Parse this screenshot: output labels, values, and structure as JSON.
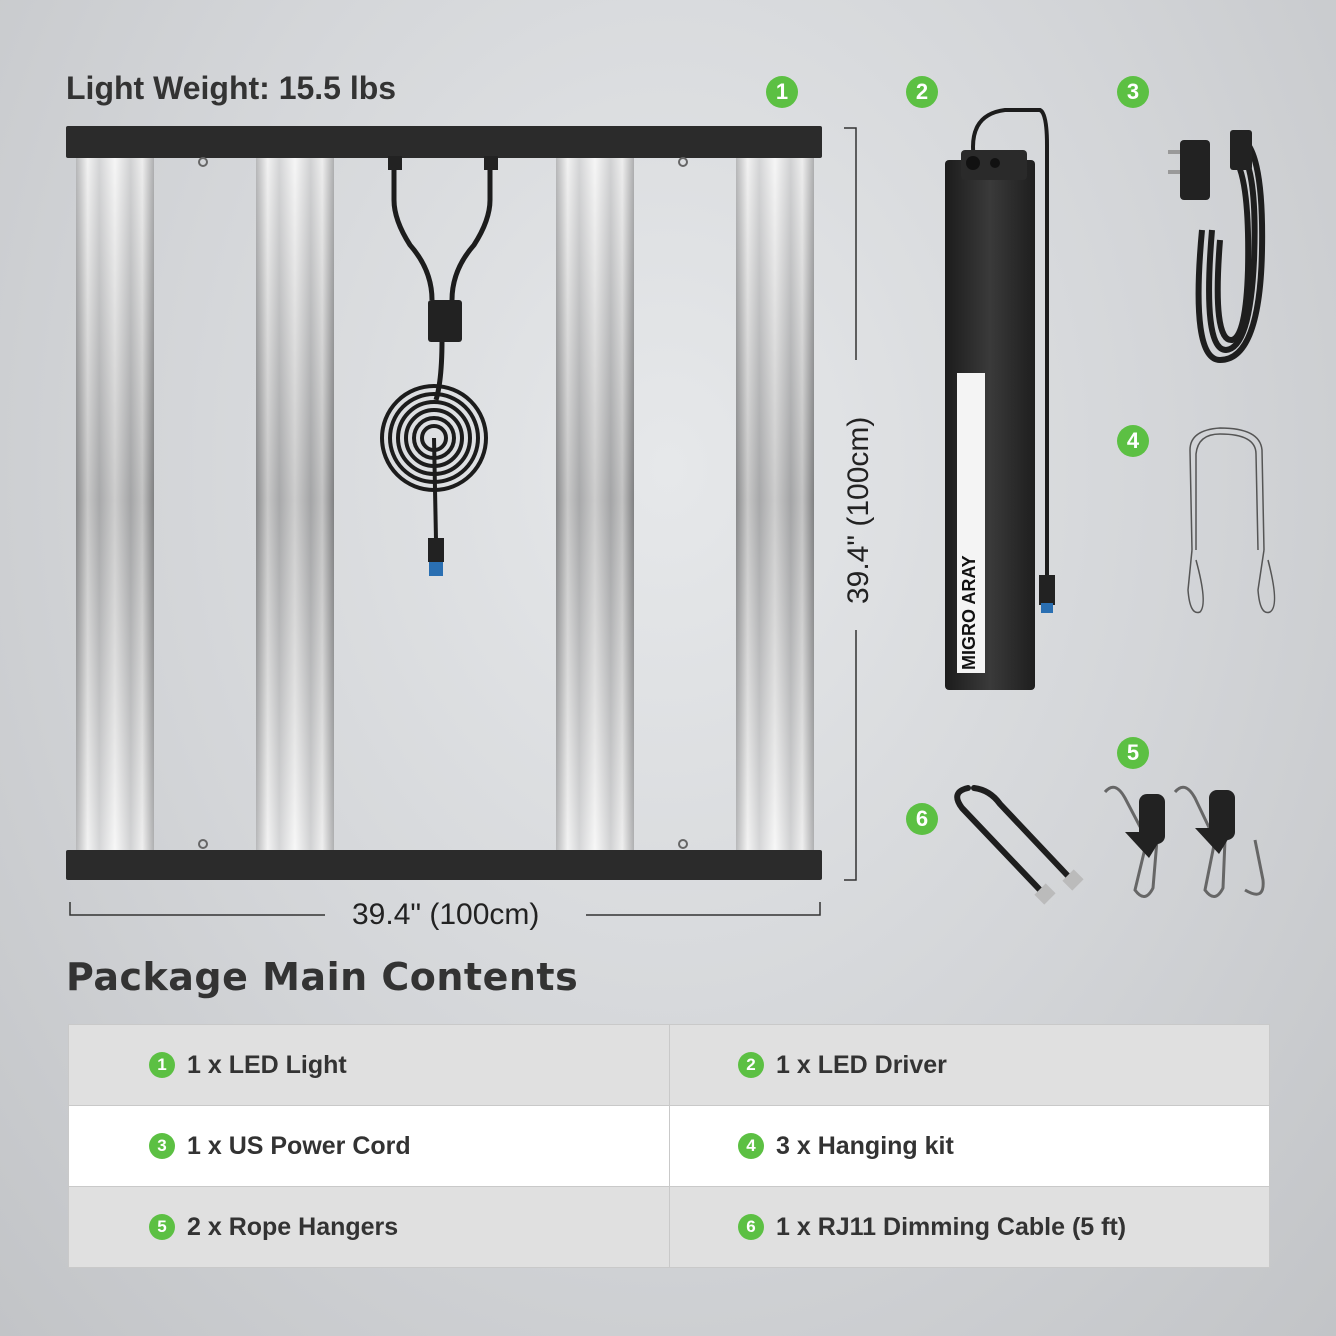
{
  "header": {
    "weight": "Light Weight: 15.5 lbs"
  },
  "dimensions": {
    "width": "39.4\" (100cm)",
    "height": "39.4\" (100cm)"
  },
  "badges": [
    "1",
    "2",
    "3",
    "4",
    "5",
    "6"
  ],
  "driver_brand": "MIGRO ARAY",
  "section_title": "Package Main Contents",
  "contents": [
    {
      "num": "1",
      "label": "1 x LED Light"
    },
    {
      "num": "2",
      "label": "1 x LED Driver"
    },
    {
      "num": "3",
      "label": "1 x US Power Cord"
    },
    {
      "num": "4",
      "label": "3 x Hanging kit"
    },
    {
      "num": "5",
      "label": "2 x Rope Hangers"
    },
    {
      "num": "6",
      "label": "1 x RJ11 Dimming Cable (5 ft)"
    }
  ],
  "colors": {
    "badge": "#5cc043",
    "frame": "#2b2b2b",
    "background": "#d5d7da"
  }
}
